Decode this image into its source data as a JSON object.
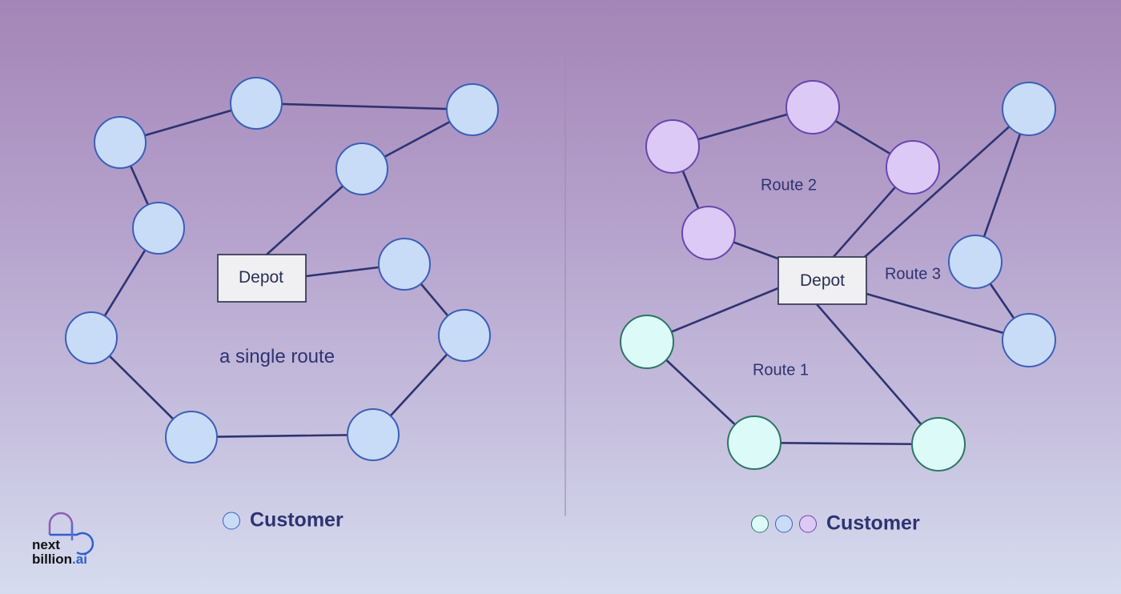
{
  "left_panel": {
    "depot_label": "Depot",
    "route_label": "a single route",
    "legend": {
      "label": "Customer",
      "dot_colors": [
        "#c8dcf8"
      ]
    }
  },
  "right_panel": {
    "depot_label": "Depot",
    "routes": [
      {
        "label": "Route 1",
        "color": "#dcfbf8"
      },
      {
        "label": "Route 2",
        "color": "#dcc9f5"
      },
      {
        "label": "Route 3",
        "color": "#c8dcf8"
      }
    ],
    "legend": {
      "label": "Customer",
      "dot_colors": [
        "#dcfbf8",
        "#c8dcf8",
        "#dcc9f5"
      ]
    }
  },
  "logo": {
    "line1": "next",
    "line2": "billion",
    "line3": ".ai"
  },
  "colors": {
    "edge": "#2e3372",
    "customer_blue": "#c8dcf8",
    "customer_purple": "#dcc9f5",
    "customer_cyan": "#dcfbf8"
  }
}
